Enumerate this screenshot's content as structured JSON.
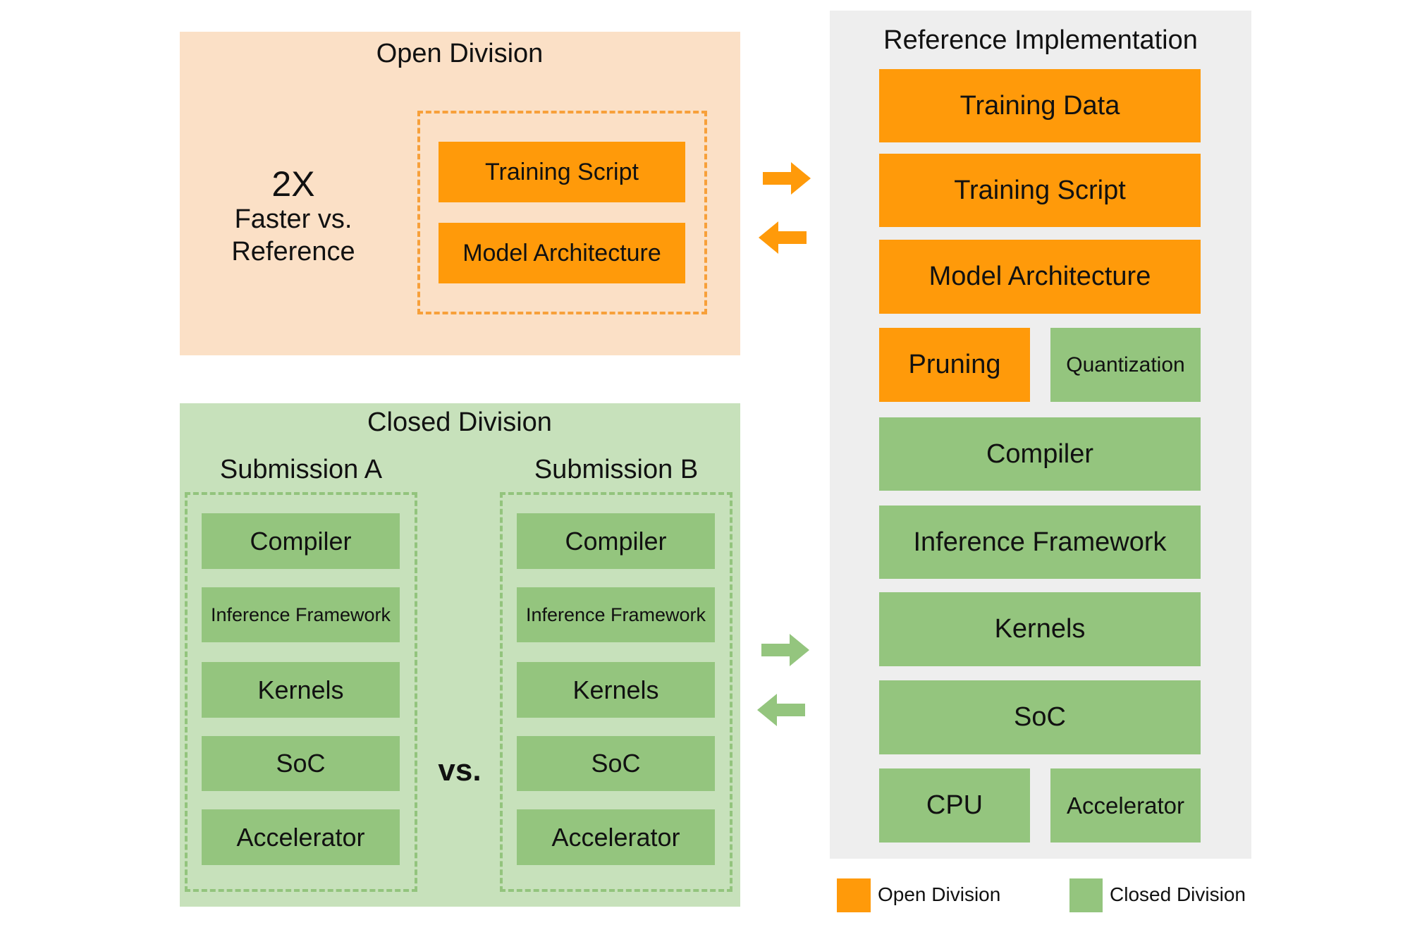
{
  "colors": {
    "open": "#ff9a0a",
    "closed": "#94c57e",
    "open_bg": "#fbe0c6",
    "closed_bg": "#c7e1bb",
    "reference_bg": "#eeeeee"
  },
  "open_division": {
    "title": "Open Division",
    "speedup": "2X",
    "speedup_line1": "Faster vs.",
    "speedup_line2": "Reference",
    "blocks": [
      "Training Script",
      "Model Architecture"
    ]
  },
  "closed_division": {
    "title": "Closed Division",
    "versus": "vs.",
    "submissions": [
      {
        "title": "Submission A",
        "blocks": [
          "Compiler",
          "Inference Framework",
          "Kernels",
          "SoC",
          "Accelerator"
        ]
      },
      {
        "title": "Submission B",
        "blocks": [
          "Compiler",
          "Inference Framework",
          "Kernels",
          "SoC",
          "Accelerator"
        ]
      }
    ]
  },
  "reference": {
    "title": "Reference Implementation",
    "blocks": [
      {
        "label": "Training Data",
        "division": "open"
      },
      {
        "label": "Training Script",
        "division": "open"
      },
      {
        "label": "Model Architecture",
        "division": "open"
      },
      {
        "label": "Pruning",
        "division": "open"
      },
      {
        "label": "Quantization",
        "division": "closed"
      },
      {
        "label": "Compiler",
        "division": "closed"
      },
      {
        "label": "Inference Framework",
        "division": "closed"
      },
      {
        "label": "Kernels",
        "division": "closed"
      },
      {
        "label": "SoC",
        "division": "closed"
      },
      {
        "label": "CPU",
        "division": "closed"
      },
      {
        "label": "Accelerator",
        "division": "closed"
      }
    ]
  },
  "arrows": {
    "open": [
      "arrow-right",
      "arrow-left"
    ],
    "closed": [
      "arrow-right",
      "arrow-left"
    ]
  },
  "legend": [
    {
      "label": "Open Division",
      "color": "#ff9a0a"
    },
    {
      "label": "Closed Division",
      "color": "#94c57e"
    }
  ]
}
